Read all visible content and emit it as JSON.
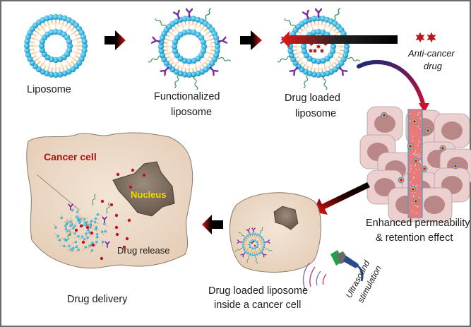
{
  "figure": {
    "title": "Liposome-mediated drug delivery to cancer cells",
    "stages": [
      {
        "id": "liposome",
        "label": "Liposome"
      },
      {
        "id": "functionalized",
        "label_line1": "Functionalized",
        "label_line2": "liposome"
      },
      {
        "id": "drug-loaded",
        "label_line1": "Drug loaded",
        "label_line2": "liposome"
      },
      {
        "id": "epr",
        "label_line1": "Enhanced permeability",
        "label_line2": "& retention effect"
      },
      {
        "id": "inside-cell",
        "label_line1": "Drug loaded liposome",
        "label_line2": "inside a cancer cell"
      },
      {
        "id": "delivery",
        "label": "Drug delivery"
      }
    ],
    "drug": {
      "label_line1": "Anti-cancer",
      "label_line2": "drug"
    },
    "ultrasound": {
      "label_line1": "Ultrasound",
      "label_line2": "stimulation"
    },
    "cancer_cell": {
      "label": "Cancer cell",
      "nucleus_label": "Nucleus",
      "release_label": "Drug release"
    },
    "colors": {
      "head_group": "#1fb3df",
      "lipid_tail": "#f0a050",
      "antibody": "#7a2aa0",
      "peg_chain": "#2e8b4a",
      "drug": "#c0141c",
      "cell_fill": "#efdccb",
      "nucleus": "#7a6a5a",
      "vessel": "#e87a7a",
      "arrow_dark": "#000000",
      "arrow_red": "#d01010",
      "frame": "#6b6b6b"
    }
  }
}
